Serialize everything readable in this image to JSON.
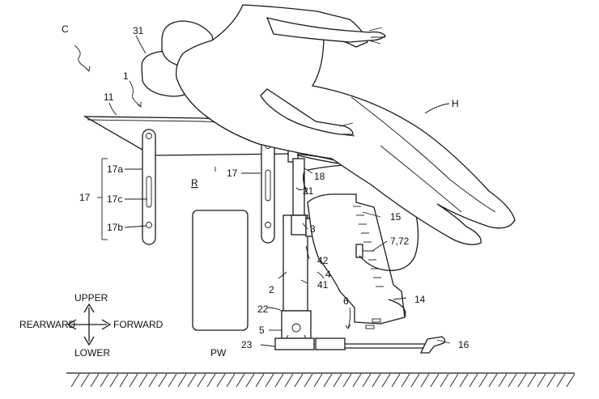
{
  "figure": {
    "labels": {
      "C": "C",
      "l31": "31",
      "l1": "1",
      "l11": "11",
      "H": "H",
      "l17a": "17a",
      "l17": "17",
      "l17c": "17c",
      "l17b": "17b",
      "l17_mid": "17",
      "R": "R",
      "l18": "18",
      "l21": "21",
      "l15": "15",
      "l3": "3",
      "l772": "7,72",
      "l42": "42",
      "l4": "4",
      "l41": "41",
      "l2": "2",
      "l22": "22",
      "l14": "14",
      "l6": "6",
      "l5": "5",
      "l23": "23",
      "l16": "16",
      "PW": "PW",
      "upper": "UPPER",
      "lower": "LOWER",
      "rearward": "REARWARD",
      "forward": "FORWARD"
    }
  }
}
